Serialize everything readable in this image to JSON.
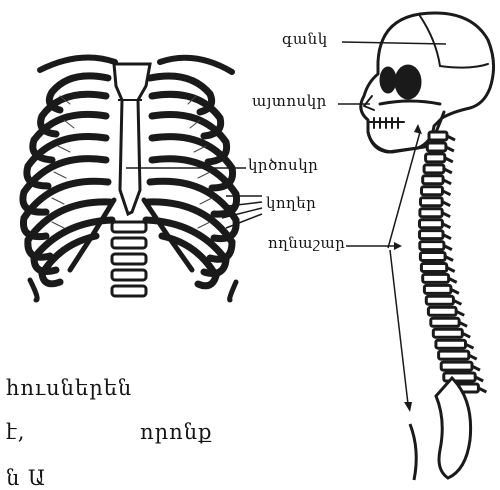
{
  "labels": {
    "skull": "գանկ",
    "jaw": "այտոսկր",
    "sternum": "կրծոսկր",
    "ribs": "կողեր",
    "spine": "ողնաշար"
  },
  "paragraph": {
    "line1": "հուսներեն",
    "line2_a": "է,",
    "line2_b": "որոնք",
    "line3": "ն  Ա"
  }
}
